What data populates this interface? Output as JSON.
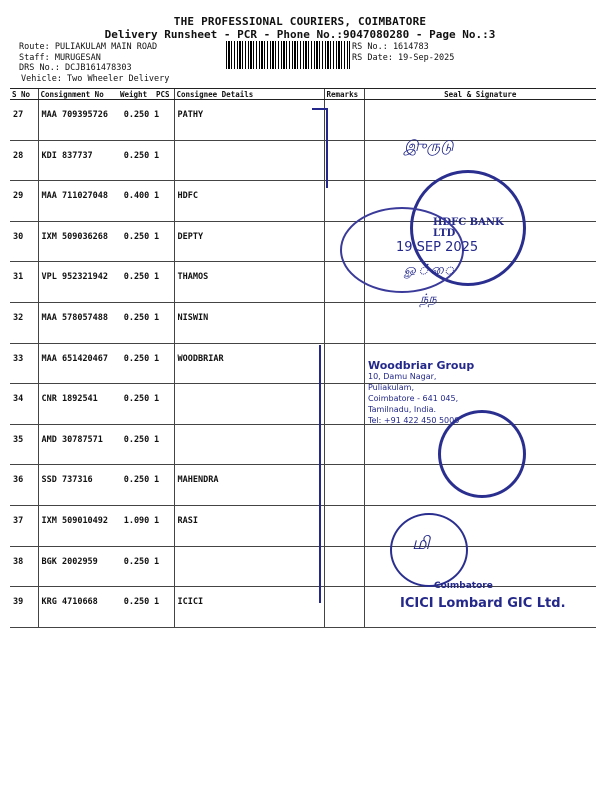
{
  "header": {
    "title": "THE PROFESSIONAL COURIERS, COIMBATORE",
    "subtitle": "Delivery Runsheet - PCR - Phone No.:9047080280 - Page No.:3"
  },
  "meta": {
    "route": "Route: PULIAKULAM MAIN ROAD",
    "staff": "Staff: MURUGESAN",
    "drs": "DRS No.: DCJB161478303",
    "vehicle": "Vehicle: Two Wheeler Delivery",
    "rs_no": "RS No.: 1614783",
    "rs_date": "RS Date: 19-Sep-2025"
  },
  "table": {
    "headers": [
      "S No",
      "Consignment No",
      "Weight",
      "PCS",
      "Consignee Details",
      "Remarks",
      "Seal & Signature"
    ],
    "rows": [
      {
        "sno": "27",
        "cno": "MAA 709395726",
        "wt": "0.250",
        "pcs": "1",
        "consignee": "PATHY"
      },
      {
        "sno": "28",
        "cno": "KDI 837737",
        "wt": "0.250",
        "pcs": "1",
        "consignee": ""
      },
      {
        "sno": "29",
        "cno": "MAA 711027048",
        "wt": "0.400",
        "pcs": "1",
        "consignee": "HDFC"
      },
      {
        "sno": "30",
        "cno": "IXM 509036268",
        "wt": "0.250",
        "pcs": "1",
        "consignee": "DEPTY"
      },
      {
        "sno": "31",
        "cno": "VPL 952321942",
        "wt": "0.250",
        "pcs": "1",
        "consignee": "THAMOS"
      },
      {
        "sno": "32",
        "cno": "MAA 578057488",
        "wt": "0.250",
        "pcs": "1",
        "consignee": "NISWIN"
      },
      {
        "sno": "33",
        "cno": "MAA 651420467",
        "wt": "0.250",
        "pcs": "1",
        "consignee": "WOODBRIAR"
      },
      {
        "sno": "34",
        "cno": "CNR 1892541",
        "wt": "0.250",
        "pcs": "1",
        "consignee": ""
      },
      {
        "sno": "35",
        "cno": "AMD 30787571",
        "wt": "0.250",
        "pcs": "1",
        "consignee": ""
      },
      {
        "sno": "36",
        "cno": "SSD 737316",
        "wt": "0.250",
        "pcs": "1",
        "consignee": "MAHENDRA"
      },
      {
        "sno": "37",
        "cno": "IXM 509010492",
        "wt": "1.090",
        "pcs": "1",
        "consignee": "RASI"
      },
      {
        "sno": "38",
        "cno": "BGK 2002959",
        "wt": "0.250",
        "pcs": "1",
        "consignee": ""
      },
      {
        "sno": "39",
        "cno": "KRG 4710668",
        "wt": "0.250",
        "pcs": "1",
        "consignee": "ICICI"
      }
    ]
  },
  "stamps": {
    "date_stamp": "19 SEP 2025",
    "woodbriar_lines": [
      "Woodbriar Group",
      "10, Damu Nagar,",
      "Puliakulam,",
      "Coimbatore - 641 045,",
      "Tamilnadu, India.",
      "Tel: +91 422 450 5000"
    ],
    "hdfc_text": "HDFC BANK LTD",
    "icici_city": "Coimbatore",
    "icici_text": "ICICI Lombard GIC Ltd."
  },
  "colors": {
    "ink": "#23288a",
    "text": "#111111"
  }
}
